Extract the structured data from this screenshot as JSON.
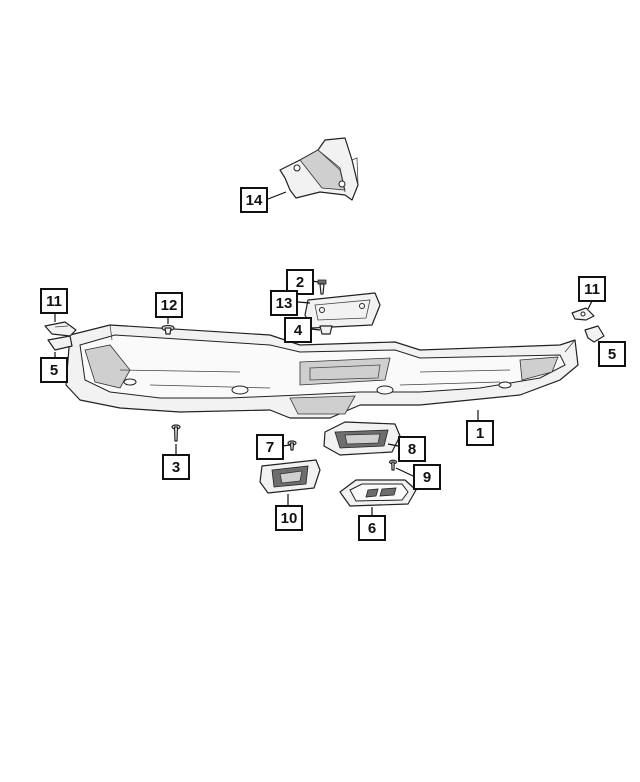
{
  "callouts": {
    "c1": "1",
    "c2": "2",
    "c3": "3",
    "c4": "4",
    "c5_left": "5",
    "c5_right": "5",
    "c6": "6",
    "c7": "7",
    "c8": "8",
    "c9": "9",
    "c10": "10",
    "c11_left": "11",
    "c11_right": "11",
    "c12": "12",
    "c13": "13",
    "c14": "14"
  }
}
